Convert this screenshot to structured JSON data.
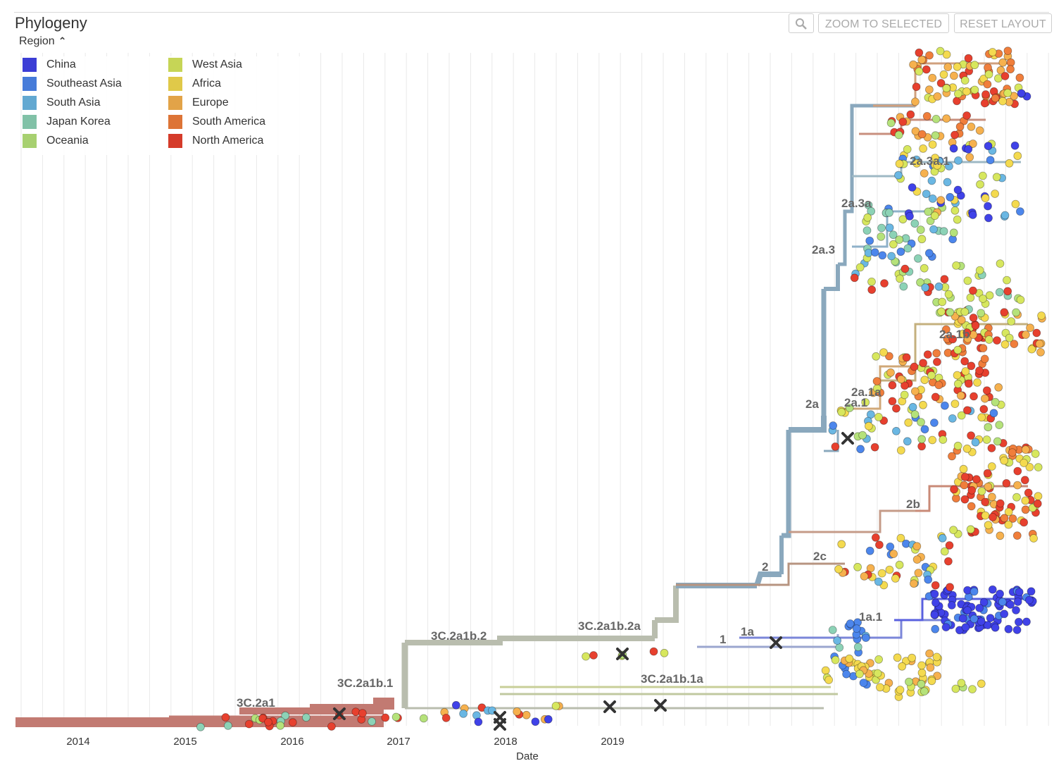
{
  "panel": {
    "title": "Phylogeny"
  },
  "toolbar": {
    "zoom_icon": "magnifier-icon",
    "zoom_to_selected": "ZOOM TO SELECTED",
    "reset_layout": "RESET LAYOUT"
  },
  "legend": {
    "toggle_label": "Region",
    "toggle_icon": "chevron-up-icon",
    "items": [
      {
        "label": "China",
        "color": "#4042E8"
      },
      {
        "label": "Southeast Asia",
        "color": "#4C86EC"
      },
      {
        "label": "South Asia",
        "color": "#6AB7E3"
      },
      {
        "label": "Japan Korea",
        "color": "#8CD2B6"
      },
      {
        "label": "Oceania",
        "color": "#B5E27A"
      },
      {
        "label": "West Asia",
        "color": "#D7E75E"
      },
      {
        "label": "Africa",
        "color": "#F4DA4F"
      },
      {
        "label": "Europe",
        "color": "#F6B14E"
      },
      {
        "label": "South America",
        "color": "#F07E3B"
      },
      {
        "label": "North America",
        "color": "#E7402E"
      }
    ]
  },
  "axis": {
    "title": "Date",
    "ticks": [
      "2014",
      "2015",
      "2016",
      "2017",
      "2018",
      "2019"
    ]
  },
  "clades": {
    "c3C2a1": "3C.2a1",
    "c3C2a1b1": "3C.2a1b.1",
    "c3C2a1b2": "3C.2a1b.2",
    "c3C2a1b2a": "3C.2a1b.2a",
    "c3C2a1b1a": "3C.2a1b.1a",
    "c1": "1",
    "c1a": "1a",
    "c1a1": "1a.1",
    "c2": "2",
    "c2c": "2c",
    "c2b": "2b",
    "c2a": "2a",
    "c2a1": "2a.1",
    "c2a1a": "2a.1a",
    "c2a1b": "2a.1b",
    "c2a3": "2a.3",
    "c2a3a": "2a.3a",
    "c2a3a1": "2a.3a.1"
  },
  "colors": {
    "trunk_early": "#C27A72",
    "trunk_mid": "#B9BDAE",
    "trunk_late": "#8AA8BD",
    "gridline": "#e9e9e9",
    "mutation_marker": "#333333"
  }
}
